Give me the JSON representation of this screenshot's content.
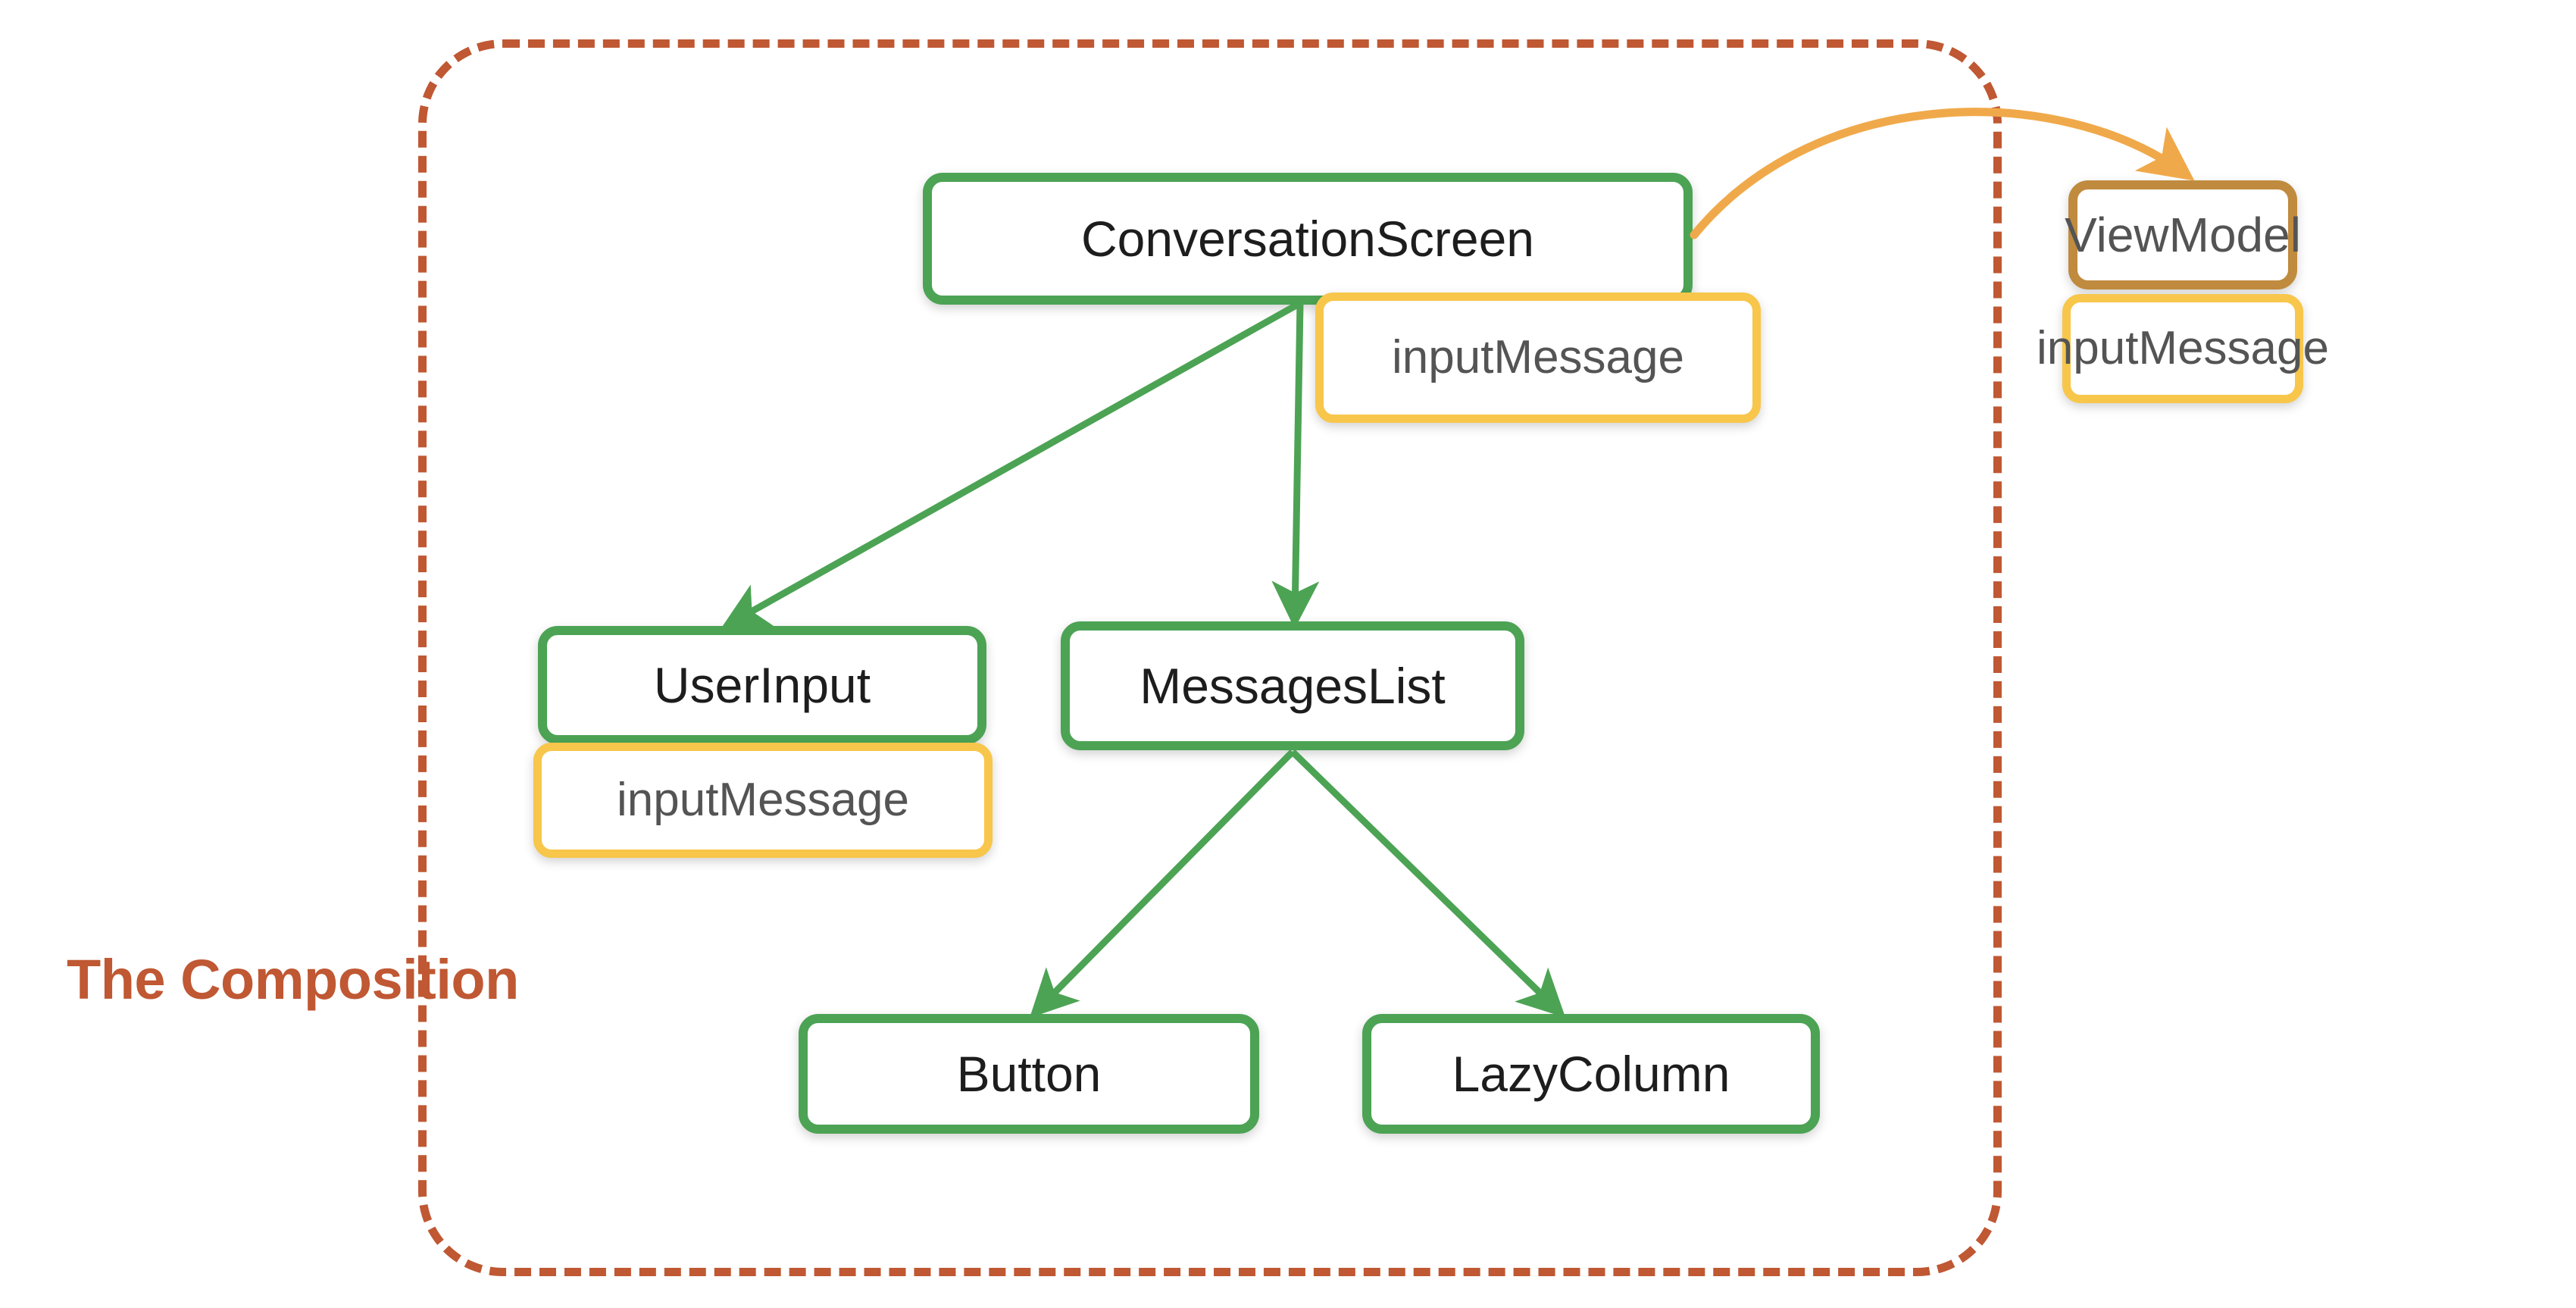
{
  "diagram": {
    "title": "The Composition",
    "boundary_label": "The Composition",
    "colors": {
      "composable_border": "#4CA354",
      "state_border": "#F7C64B",
      "viewmodel_border": "#C08B3E",
      "boundary_dashed": "#BF5833",
      "composable_text": "#1d1d1d",
      "state_text": "#545454",
      "background": "#ffffff",
      "arrow_green": "#4CA354",
      "arrow_orange": "#F0A94A"
    },
    "nodes": {
      "conversation_screen": {
        "label": "ConversationScreen",
        "kind": "composable"
      },
      "cs_input_message": {
        "label": "inputMessage",
        "kind": "state"
      },
      "view_model": {
        "label": "ViewModel",
        "kind": "viewmodel"
      },
      "vm_input_message": {
        "label": "inputMessage",
        "kind": "state"
      },
      "user_input": {
        "label": "UserInput",
        "kind": "composable"
      },
      "ui_input_message": {
        "label": "inputMessage",
        "kind": "state"
      },
      "messages_list": {
        "label": "MessagesList",
        "kind": "composable"
      },
      "button": {
        "label": "Button",
        "kind": "composable"
      },
      "lazy_column": {
        "label": "LazyColumn",
        "kind": "composable"
      }
    },
    "edges": [
      {
        "from": "conversation_screen",
        "to": "user_input",
        "style": "solid",
        "color": "#4CA354"
      },
      {
        "from": "conversation_screen",
        "to": "messages_list",
        "style": "solid",
        "color": "#4CA354"
      },
      {
        "from": "messages_list",
        "to": "button",
        "style": "solid",
        "color": "#4CA354"
      },
      {
        "from": "messages_list",
        "to": "lazy_column",
        "style": "solid",
        "color": "#4CA354"
      },
      {
        "from": "conversation_screen",
        "to": "view_model",
        "style": "curved",
        "color": "#F0A94A"
      }
    ]
  }
}
